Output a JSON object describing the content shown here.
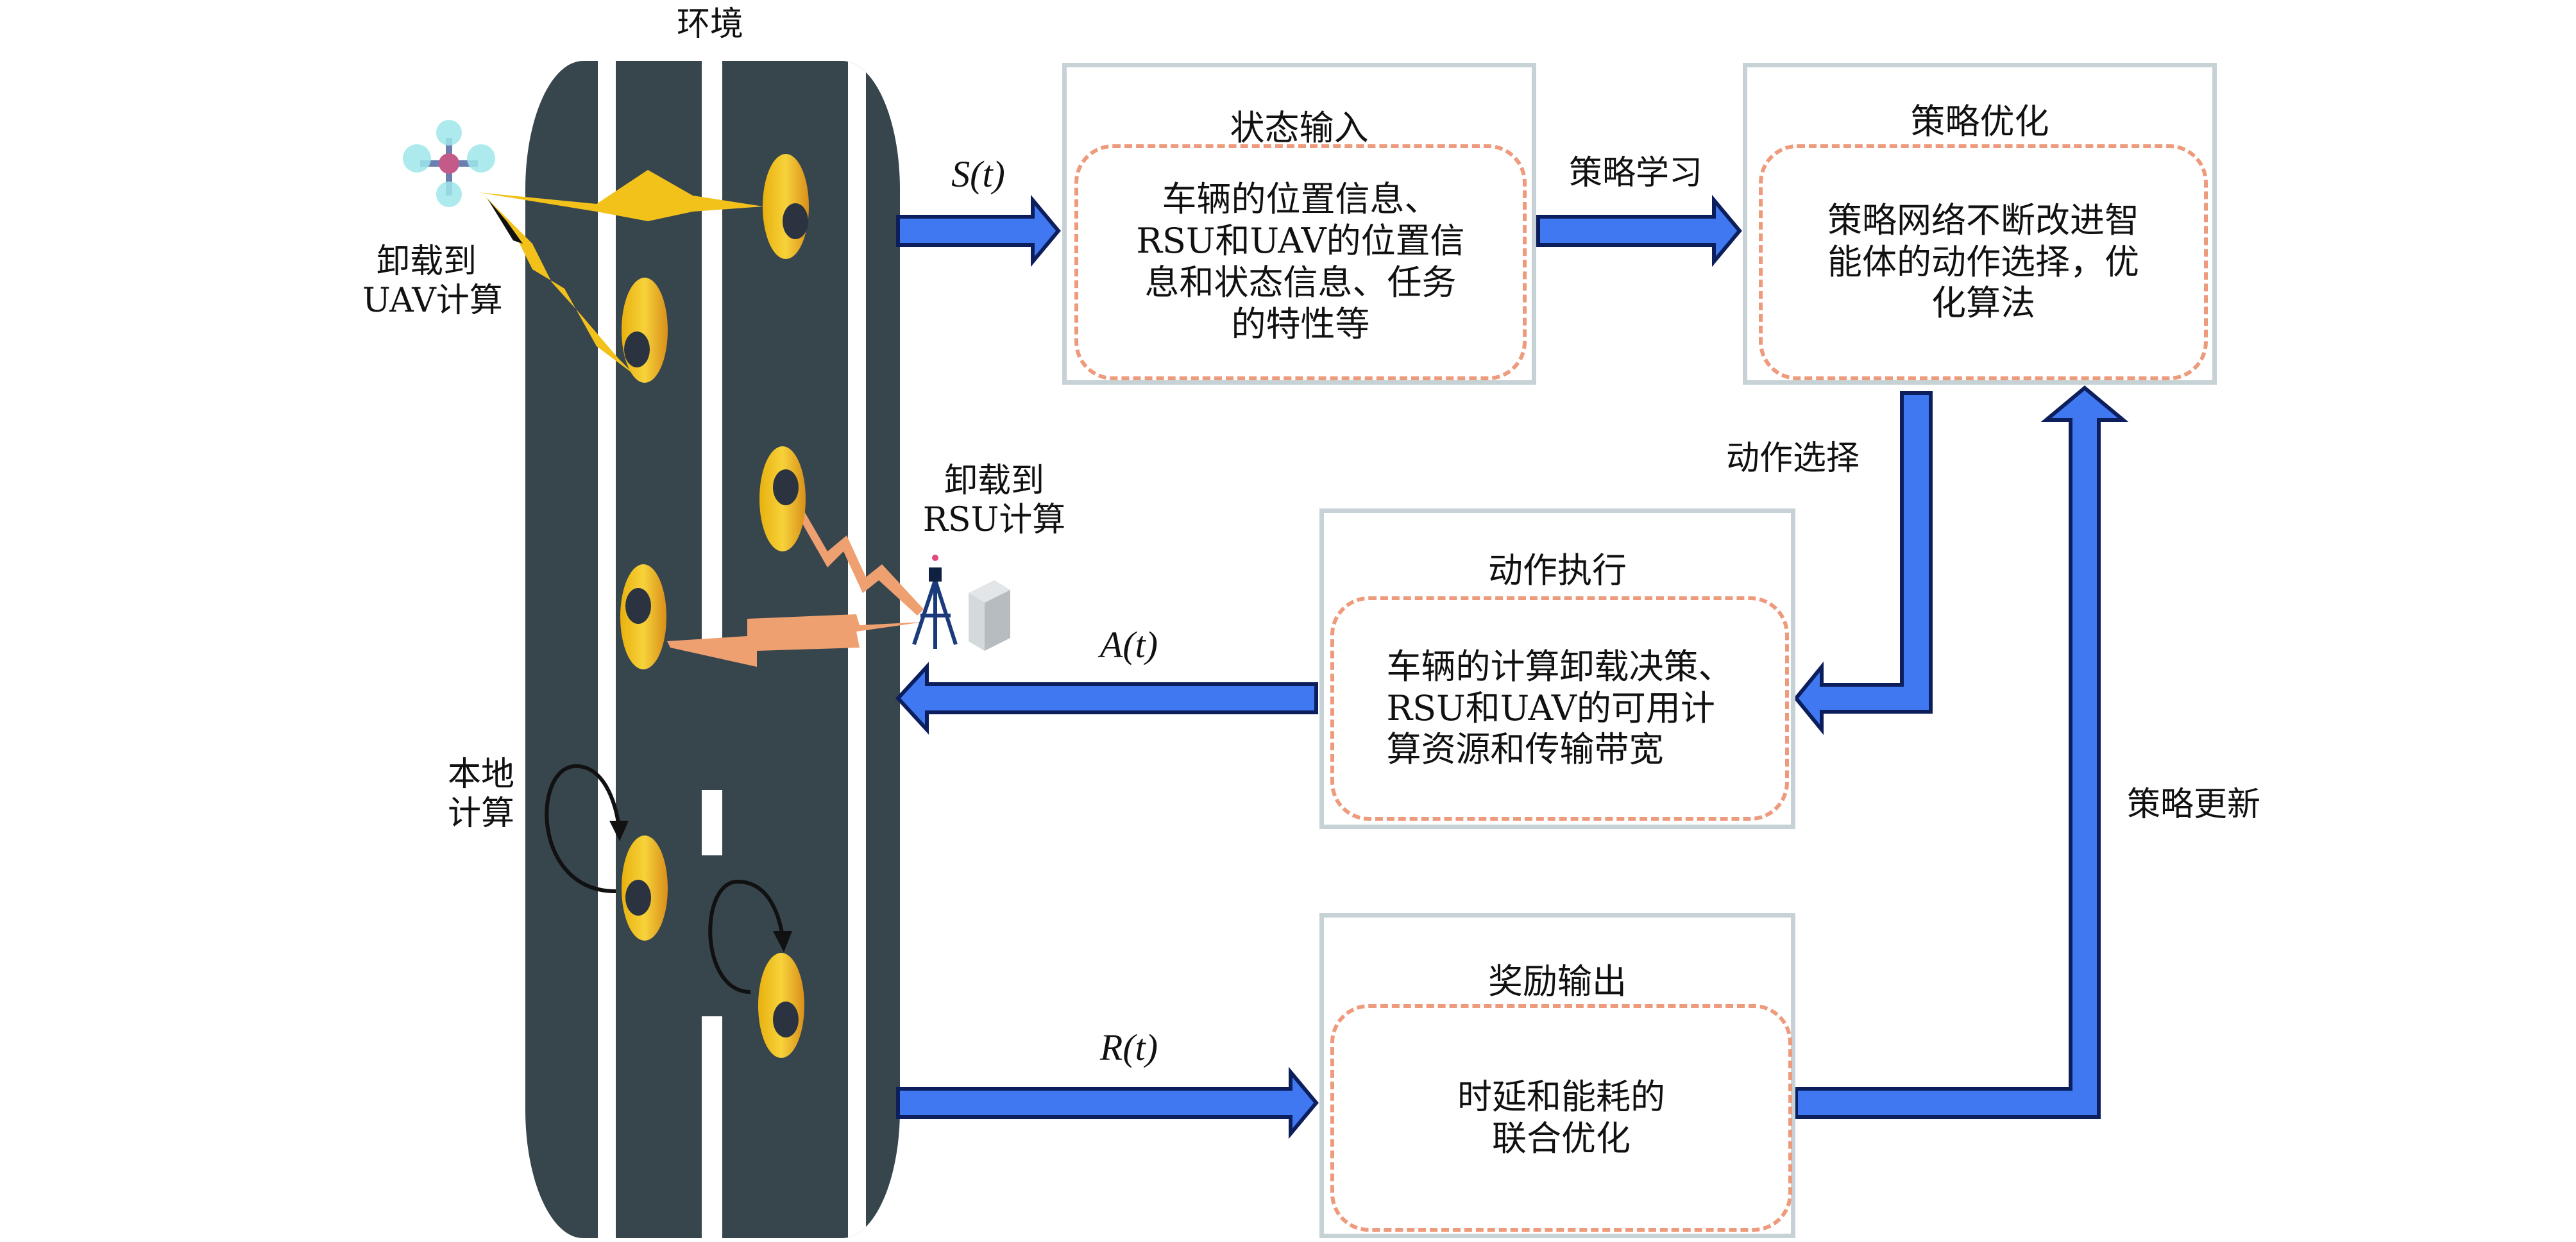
{
  "environment": {
    "title": "环境",
    "labels": {
      "uav_offload": [
        "卸载到",
        "UAV计算"
      ],
      "rsu_offload": [
        "卸载到",
        "RSU计算"
      ],
      "local_compute": [
        "本地",
        "计算"
      ]
    }
  },
  "signals": {
    "state": "S(t)",
    "action": "A(t)",
    "reward": "R(t)"
  },
  "boxes": {
    "state_input": {
      "title": "状态输入",
      "lines": [
        "车辆的位置信息、",
        "RSU和UAV的位置信",
        "息和状态信息、任务",
        "的特性等"
      ]
    },
    "policy_optimization": {
      "title": "策略优化",
      "lines": [
        "策略网络不断改进智",
        "能体的动作选择，优",
        "化算法"
      ]
    },
    "action_execution": {
      "title": "动作执行",
      "lines": [
        "车辆的计算卸载决策、",
        "RSU和UAV的可用计",
        "算资源和传输带宽"
      ]
    },
    "reward_output": {
      "title": "奖励输出",
      "lines": [
        "时延和能耗的",
        "联合优化"
      ]
    }
  },
  "arrows": {
    "policy_learning": "策略学习",
    "action_selection": "动作选择",
    "policy_update": "策略更新"
  },
  "colors": {
    "arrow_fill": "#3f78f0",
    "arrow_stroke": "#0c1f5c",
    "road": "#37454d",
    "box_border": "#c7d2d6",
    "dashed_border": "#ee9a7c",
    "uav_link": "#f2c21b",
    "rsu_link": "#eea070",
    "car": "#f2c21b"
  }
}
